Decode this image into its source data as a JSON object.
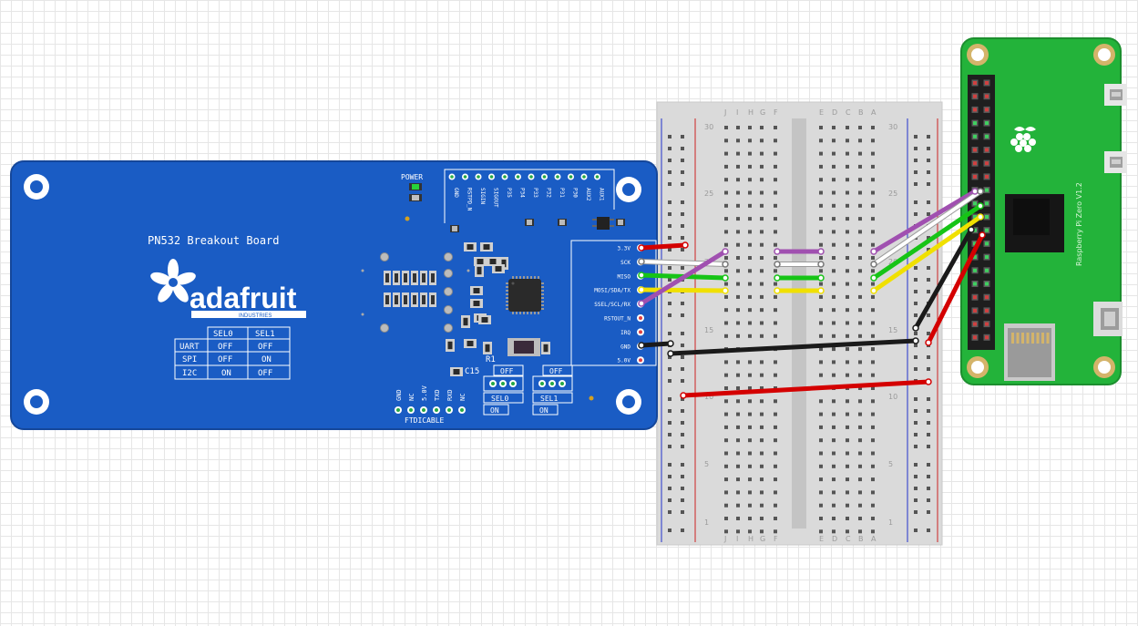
{
  "pn532": {
    "power_label": "POWER",
    "title": "PN532 Breakout Board",
    "logo_word": "adafruit",
    "logo_sub": "INDUSTRIES",
    "mode_table": {
      "headers": [
        "SEL0",
        "SEL1"
      ],
      "rows": [
        {
          "mode": "UART",
          "sel0": "OFF",
          "sel1": "OFF"
        },
        {
          "mode": "SPI",
          "sel0": "OFF",
          "sel1": "ON"
        },
        {
          "mode": "I2C",
          "sel0": "ON",
          "sel1": "OFF"
        }
      ]
    },
    "top_header_pins": [
      "GND",
      "RSTPD_N",
      "SIGIN",
      "SIGOUT",
      "P35",
      "P34",
      "P33",
      "P32",
      "P31",
      "P30",
      "AUX2",
      "AUX1"
    ],
    "right_header_pins": [
      "3.3V",
      "SCK",
      "MISO",
      "MOSI/SDA/TX",
      "SSEL/SCL/RX",
      "RSTOUT_N",
      "IRQ",
      "GND",
      "5.0V"
    ],
    "ftdi_pins": [
      "GND",
      "NC",
      "5.0V",
      "TXD",
      "RXD",
      "NC"
    ],
    "ftdi_label": "FTDICABLE",
    "sel0": {
      "label": "SEL0",
      "off": "OFF",
      "on": "ON"
    },
    "sel1": {
      "label": "SEL1",
      "off": "OFF",
      "on": "ON"
    },
    "r1_label": "R1",
    "c15_label": "C15"
  },
  "breadboard": {
    "column_letters": [
      "J",
      "I",
      "H",
      "G",
      "F",
      "E",
      "D",
      "C",
      "B",
      "A"
    ],
    "row_numbers": [
      "30",
      "25",
      "20",
      "15",
      "10",
      "5",
      "1"
    ]
  },
  "raspberry_pi": {
    "label": "Raspberry Pi Zero V1.2"
  },
  "wire_colors": {
    "red": "#d40000",
    "black": "#1a1a1a",
    "white": "#ffffff",
    "green": "#16c416",
    "yellow": "#f0e000",
    "purple": "#a050b0"
  }
}
